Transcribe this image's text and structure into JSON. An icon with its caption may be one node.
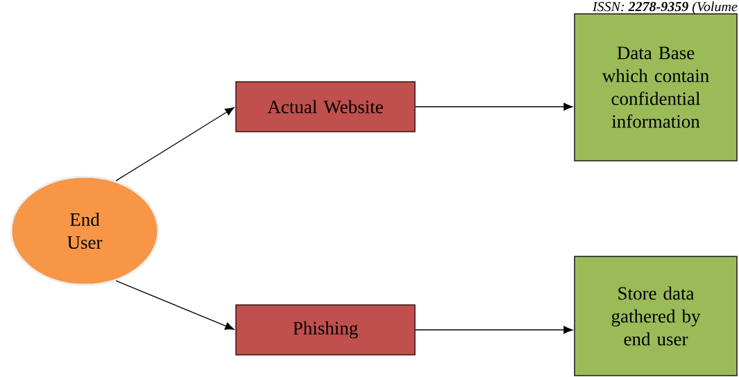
{
  "diagram": {
    "nodes": [
      {
        "text": [
          "End User"
        ]
      },
      {
        "text": [
          "Actual Website"
        ]
      },
      {
        "text": [
          "Data Base which contain confidential information"
        ]
      },
      {
        "text": [
          "Phishing"
        ]
      },
      {
        "text": [
          "Store data gathered by end user"
        ]
      }
    ],
    "edges": [
      {
        "from": 0,
        "to": 1,
        "arrow": "to"
      },
      {
        "from": 1,
        "to": 2,
        "arrow": "to"
      },
      {
        "from": 0,
        "to": 3,
        "arrow": "to"
      },
      {
        "from": 3,
        "to": 4,
        "arrow": "to"
      }
    ],
    "labels": [
      "ISSN: **2278-9359** (Volume"
    ]
  }
}
